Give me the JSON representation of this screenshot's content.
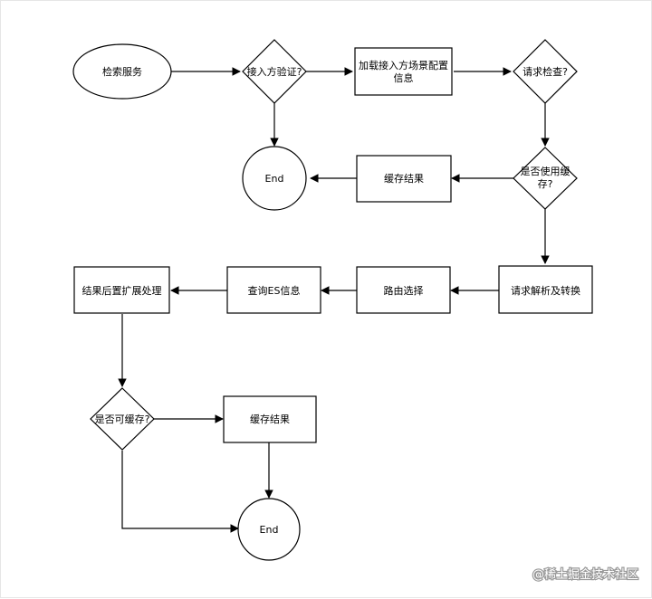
{
  "nodes": {
    "start": "检索服务",
    "check_access": "接入方验证?",
    "load_config": [
      "加载接入方场景配置",
      "信息"
    ],
    "check_request": "请求检查?",
    "end_top": "End",
    "cache_result_top": "缓存结果",
    "use_cache": [
      "是否使用缓",
      "存?"
    ],
    "parse_convert": "请求解析及转换",
    "route_select": "路由选择",
    "query_es": "查询ES信息",
    "post_process": "结果后置扩展处理",
    "cacheable": "是否可缓存?",
    "cache_result_bottom": "缓存结果",
    "end_bottom": "End"
  },
  "watermark": "@稀土掘金技术社区"
}
